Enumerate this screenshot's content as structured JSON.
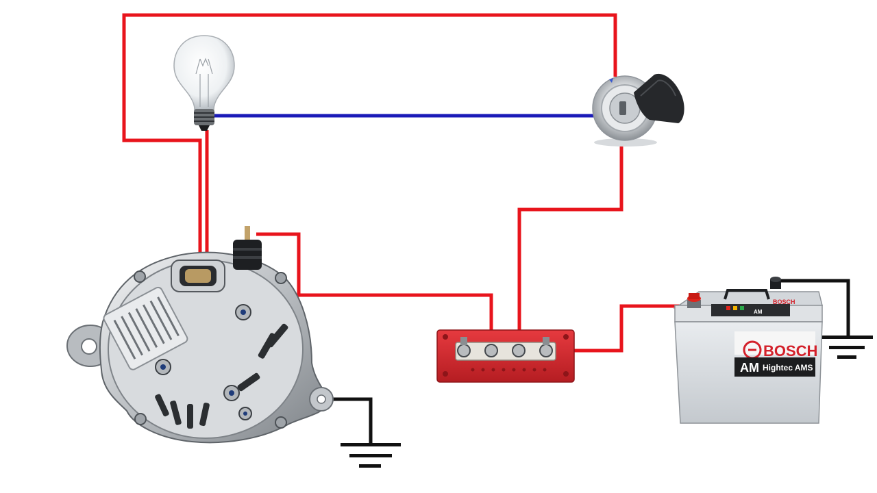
{
  "battery": {
    "brand_top": "BOSCH",
    "brand": "BOSCH",
    "series": "AM",
    "model": "Hightec AMS",
    "small_label": "AM"
  },
  "colors": {
    "positive_wire": "#e8141c",
    "lamp_wire": "#1a1ab8",
    "ground_wire": "#111111",
    "bus_bar": "#d9262c",
    "battery_brand": "#d3202a"
  }
}
